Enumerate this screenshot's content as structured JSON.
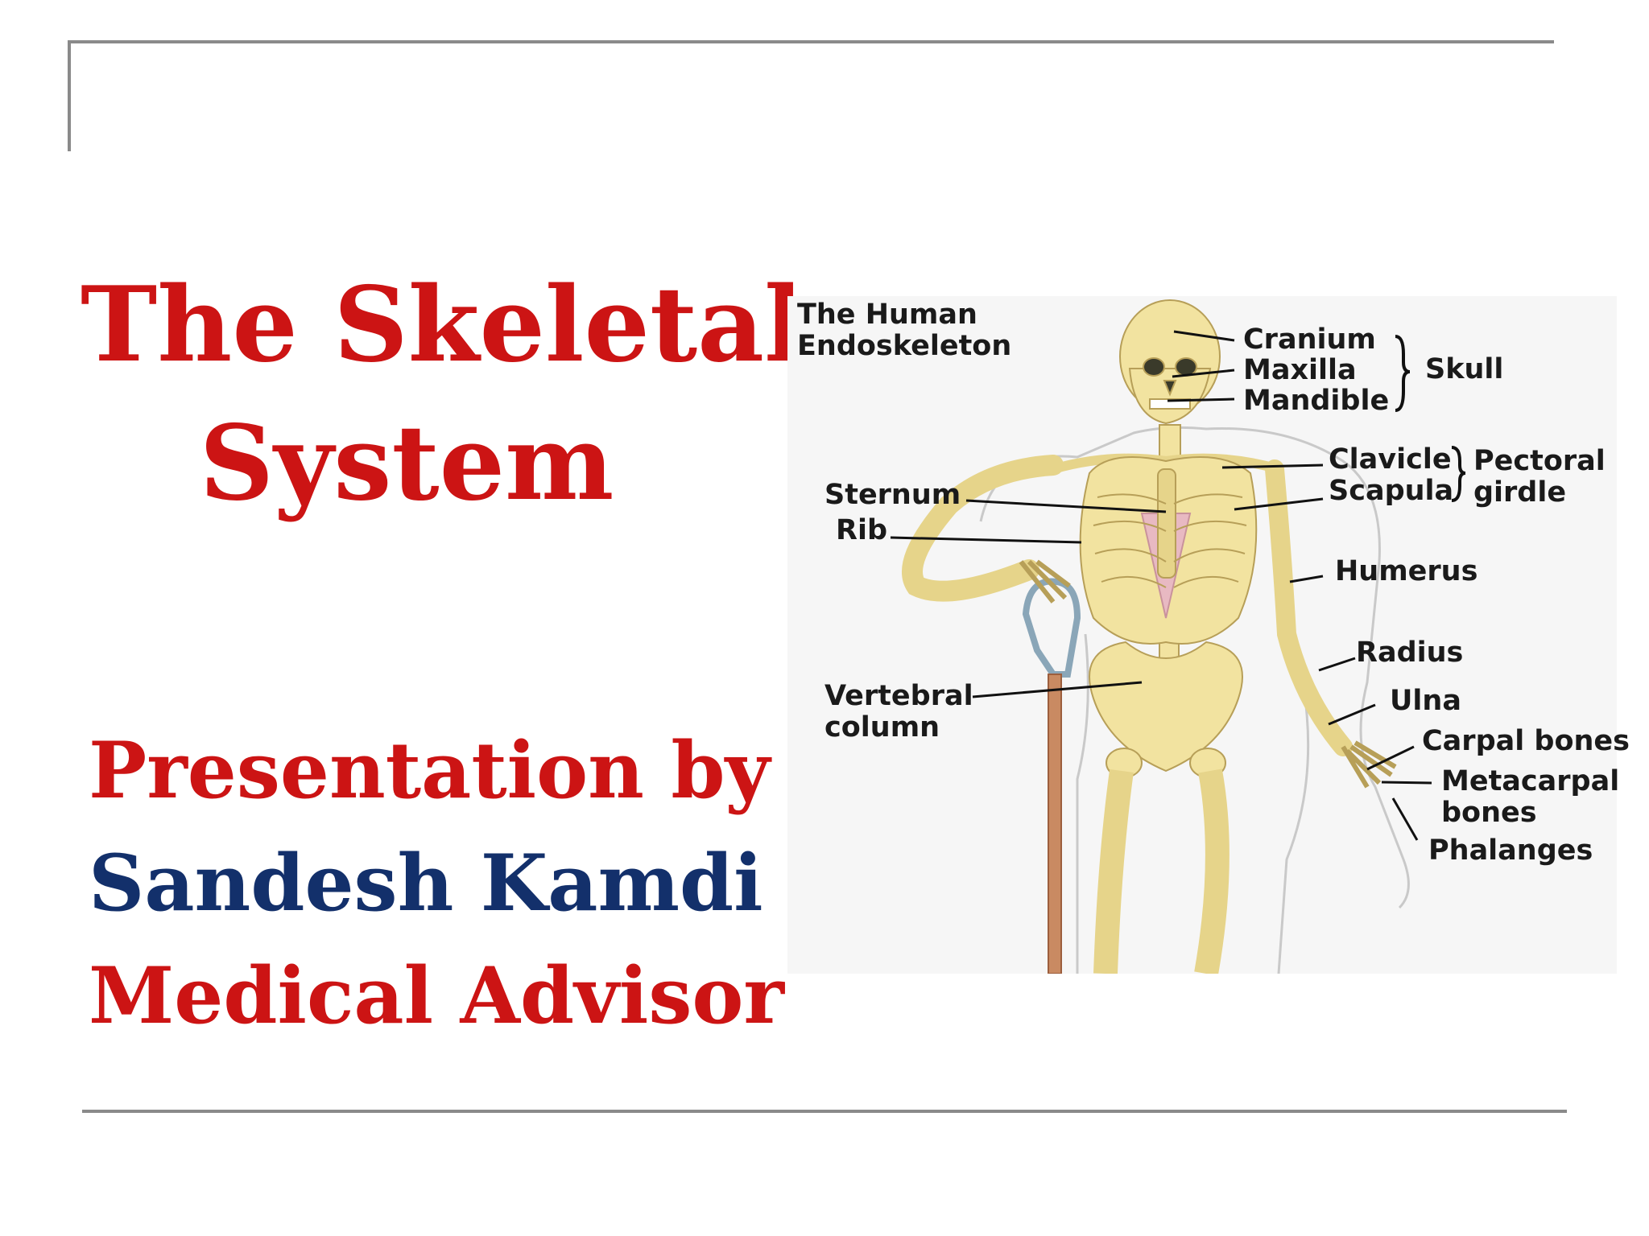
{
  "slide": {
    "title_line1": "The Skeletal",
    "title_line2": "System",
    "byline_line1": "Presentation by",
    "byline_line2": "Sandesh Kamdi",
    "byline_line3": "Medical Advisor"
  },
  "diagram": {
    "heading": "The Human Endoskeleton",
    "labels": {
      "cranium": "Cranium",
      "maxilla": "Maxilla",
      "mandible": "Mandible",
      "skull": "Skull",
      "clavicle": "Clavicle",
      "scapula": "Scapula",
      "pectoral_girdle": "Pectoral girdle",
      "sternum": "Sternum",
      "rib": "Rib",
      "humerus": "Humerus",
      "radius": "Radius",
      "ulna": "Ulna",
      "carpal_bones": "Carpal bones",
      "metacarpal_bones": "Metacarpal bones",
      "phalanges": "Phalanges",
      "vertebral_column": "Vertebral column"
    }
  },
  "colors": {
    "title_red": "#cc1414",
    "name_navy": "#13306b",
    "bone": "#f2e3a0",
    "bone_outline": "#b79f58",
    "cartilage": "#e8b9c2"
  }
}
